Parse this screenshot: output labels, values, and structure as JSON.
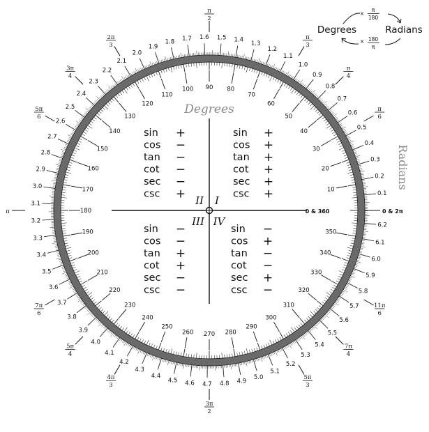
{
  "titles": {
    "degrees": "Degrees",
    "radians": "Radians"
  },
  "conversion": {
    "left_word": "Degrees",
    "right_word": "Radians",
    "top_multiplier": "×",
    "top_numerator": "π",
    "top_denominator": "180",
    "bottom_multiplier": "×",
    "bottom_numerator": "180",
    "bottom_denominator": "π"
  },
  "axis_labels": {
    "zero_degrees": "0 & 360",
    "zero_radians": "0 & 2π",
    "pi": "π"
  },
  "degree_labels": [
    "10",
    "20",
    "30",
    "40",
    "50",
    "60",
    "70",
    "80",
    "90",
    "100",
    "110",
    "120",
    "130",
    "140",
    "150",
    "160",
    "170",
    "180",
    "190",
    "200",
    "210",
    "220",
    "230",
    "240",
    "250",
    "260",
    "270",
    "280",
    "290",
    "300",
    "310",
    "320",
    "330",
    "340",
    "350"
  ],
  "radian_labels": [
    "0.1",
    "0.2",
    "0.3",
    "0.4",
    "0.5",
    "0.6",
    "0.7",
    "0.8",
    "0.9",
    "1.0",
    "1.1",
    "1.2",
    "1.3",
    "1.4",
    "1.5",
    "1.6",
    "1.7",
    "1.8",
    "1.9",
    "2.0",
    "2.1",
    "2.2",
    "2.3",
    "2.4",
    "2.5",
    "2.6",
    "2.7",
    "2.8",
    "2.9",
    "3.0",
    "3.1",
    "3.2",
    "3.3",
    "3.4",
    "3.5",
    "3.6",
    "3.7",
    "3.8",
    "3.9",
    "4.0",
    "4.1",
    "4.2",
    "4.3",
    "4.4",
    "4.5",
    "4.6",
    "4.7",
    "4.8",
    "4.9",
    "5.0",
    "5.1",
    "5.2",
    "5.3",
    "5.4",
    "5.5",
    "5.6",
    "5.7",
    "5.8",
    "5.9",
    "6.0",
    "6.1",
    "6.2"
  ],
  "special_angles": [
    {
      "deg": 30,
      "num": "π",
      "den": "6"
    },
    {
      "deg": 45,
      "num": "π",
      "den": "4"
    },
    {
      "deg": 60,
      "num": "π",
      "den": "3"
    },
    {
      "deg": 90,
      "num": "π",
      "den": "2"
    },
    {
      "deg": 120,
      "num": "2π",
      "den": "3"
    },
    {
      "deg": 135,
      "num": "3π",
      "den": "4"
    },
    {
      "deg": 150,
      "num": "5π",
      "den": "6"
    },
    {
      "deg": 210,
      "num": "7π",
      "den": "6"
    },
    {
      "deg": 225,
      "num": "5π",
      "den": "4"
    },
    {
      "deg": 240,
      "num": "4π",
      "den": "3"
    },
    {
      "deg": 270,
      "num": "3π",
      "den": "2"
    },
    {
      "deg": 300,
      "num": "5π",
      "den": "3"
    },
    {
      "deg": 315,
      "num": "7π",
      "den": "4"
    },
    {
      "deg": 330,
      "num": "11π",
      "den": "6"
    }
  ],
  "quadrants": {
    "I": {
      "numeral": "I",
      "signs": [
        "+",
        "+",
        "+",
        "+",
        "+",
        "+"
      ]
    },
    "II": {
      "numeral": "II",
      "signs": [
        "+",
        "−",
        "−",
        "−",
        "−",
        "+"
      ]
    },
    "III": {
      "numeral": "III",
      "signs": [
        "−",
        "−",
        "+",
        "+",
        "−",
        "−"
      ]
    },
    "IV": {
      "numeral": "IV",
      "signs": [
        "−",
        "+",
        "−",
        "−",
        "+",
        "−"
      ]
    }
  },
  "functions": [
    "sin",
    "cos",
    "tan",
    "cot",
    "sec",
    "csc"
  ],
  "colors": {
    "ring": "#555555",
    "ink": "#111111",
    "title_gray": "#8a8a8a"
  }
}
